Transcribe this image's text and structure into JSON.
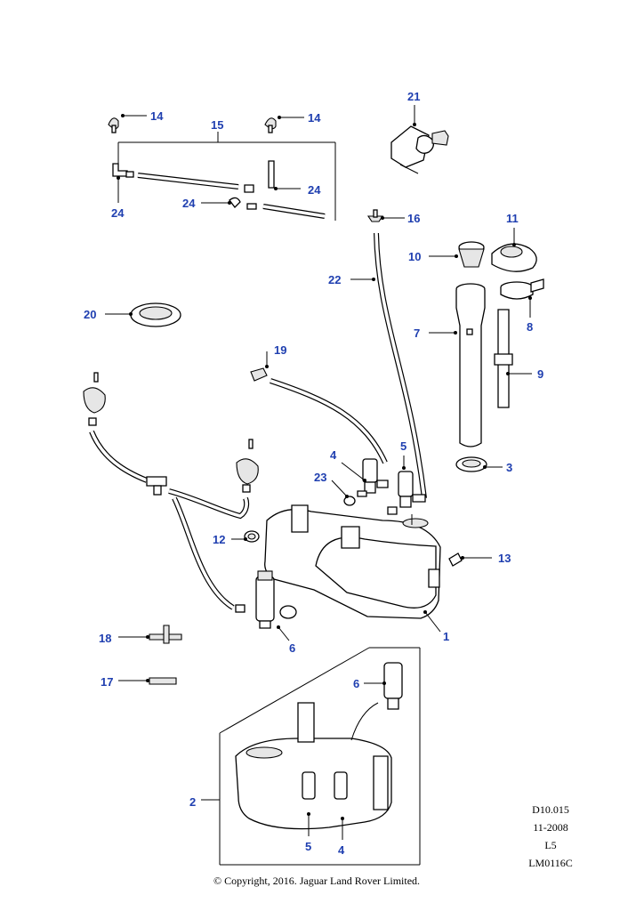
{
  "callouts": {
    "c1": "1",
    "c2": "2",
    "c3": "3",
    "c4a": "4",
    "c4b": "4",
    "c5a": "5",
    "c5b": "5",
    "c6a": "6",
    "c6b": "6",
    "c7": "7",
    "c8": "8",
    "c9": "9",
    "c10": "10",
    "c11": "11",
    "c12": "12",
    "c13": "13",
    "c14a": "14",
    "c14b": "14",
    "c15": "15",
    "c16": "16",
    "c17": "17",
    "c18": "18",
    "c19": "19",
    "c20": "20",
    "c21": "21",
    "c22": "22",
    "c23": "23",
    "c24a": "24",
    "c24b": "24",
    "c24c": "24"
  },
  "meta": {
    "ref": "D10.015",
    "date": "11-2008",
    "level": "L5",
    "code": "LM0116C"
  },
  "copyright": "© Copyright, 2016. Jaguar Land Rover Limited."
}
